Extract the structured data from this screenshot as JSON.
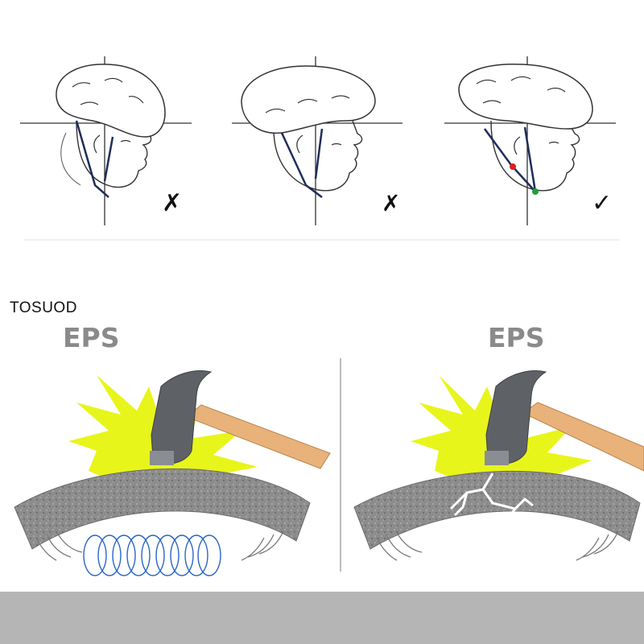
{
  "brand": "TOSUOD",
  "fit_examples": [
    {
      "id": "too-far-back",
      "verdict": "✗",
      "strap_accent": "#1f2d5a"
    },
    {
      "id": "too-far-forward",
      "verdict": "✗",
      "strap_accent": "#1f2d5a"
    },
    {
      "id": "correct",
      "verdict": "✓",
      "strap_accent": "#1f2d5a"
    }
  ],
  "impact_comparison": [
    {
      "id": "absorbs",
      "label": "EPS"
    },
    {
      "id": "cracks",
      "label": "EPS"
    }
  ],
  "colors": {
    "burst": "#e8f51a",
    "shell": "#8c8c8c",
    "handle": "#e9b27a",
    "hammer_head": "#5e6266",
    "spring": "#2a64c8",
    "crack": "#ffffff",
    "buckle_red": "#d62020",
    "buckle_green": "#1ea03a"
  }
}
